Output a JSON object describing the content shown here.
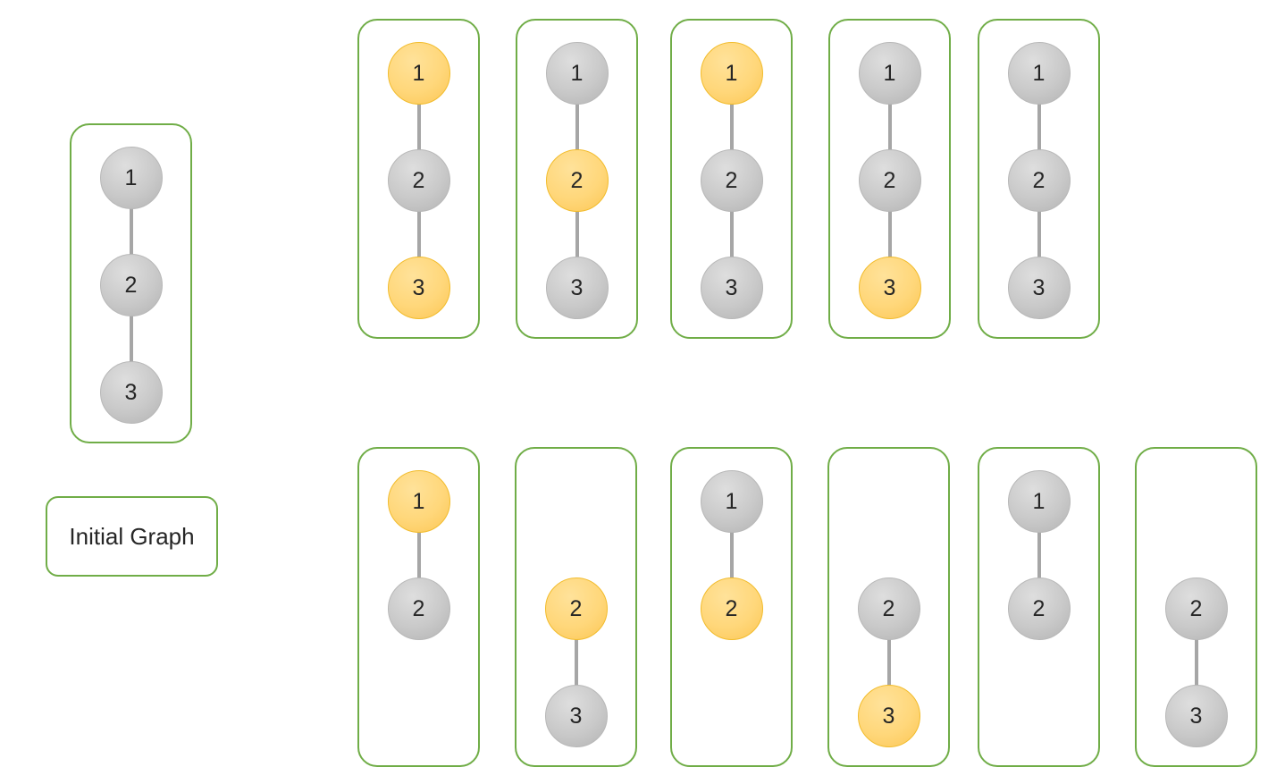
{
  "colors": {
    "panel_border": "#70ad47",
    "edge": "#a6a6a6",
    "node_default": "#c9c9c9",
    "node_highlight": "#ffd77a"
  },
  "initial_graph": {
    "label": "Initial Graph",
    "nodes": [
      {
        "id": "1",
        "highlight": false
      },
      {
        "id": "2",
        "highlight": false
      },
      {
        "id": "3",
        "highlight": false
      }
    ],
    "edges": [
      [
        "1",
        "2"
      ],
      [
        "2",
        "3"
      ]
    ]
  },
  "top_row": [
    {
      "nodes": [
        {
          "id": "1",
          "highlight": true
        },
        {
          "id": "2",
          "highlight": false
        },
        {
          "id": "3",
          "highlight": true
        }
      ],
      "edges": [
        [
          "1",
          "2"
        ],
        [
          "2",
          "3"
        ]
      ]
    },
    {
      "nodes": [
        {
          "id": "1",
          "highlight": false
        },
        {
          "id": "2",
          "highlight": true
        },
        {
          "id": "3",
          "highlight": false
        }
      ],
      "edges": [
        [
          "1",
          "2"
        ],
        [
          "2",
          "3"
        ]
      ]
    },
    {
      "nodes": [
        {
          "id": "1",
          "highlight": true
        },
        {
          "id": "2",
          "highlight": false
        },
        {
          "id": "3",
          "highlight": false
        }
      ],
      "edges": [
        [
          "1",
          "2"
        ],
        [
          "2",
          "3"
        ]
      ]
    },
    {
      "nodes": [
        {
          "id": "1",
          "highlight": false
        },
        {
          "id": "2",
          "highlight": false
        },
        {
          "id": "3",
          "highlight": true
        }
      ],
      "edges": [
        [
          "1",
          "2"
        ],
        [
          "2",
          "3"
        ]
      ]
    },
    {
      "nodes": [
        {
          "id": "1",
          "highlight": false
        },
        {
          "id": "2",
          "highlight": false
        },
        {
          "id": "3",
          "highlight": false
        }
      ],
      "edges": [
        [
          "1",
          "2"
        ],
        [
          "2",
          "3"
        ]
      ]
    }
  ],
  "bottom_row": [
    {
      "nodes": [
        {
          "id": "1",
          "highlight": true
        },
        {
          "id": "2",
          "highlight": false
        }
      ],
      "edges": [
        [
          "1",
          "2"
        ]
      ]
    },
    {
      "nodes": [
        {
          "id": "2",
          "highlight": true
        },
        {
          "id": "3",
          "highlight": false
        }
      ],
      "edges": [
        [
          "2",
          "3"
        ]
      ]
    },
    {
      "nodes": [
        {
          "id": "1",
          "highlight": false
        },
        {
          "id": "2",
          "highlight": true
        }
      ],
      "edges": [
        [
          "1",
          "2"
        ]
      ]
    },
    {
      "nodes": [
        {
          "id": "2",
          "highlight": false
        },
        {
          "id": "3",
          "highlight": true
        }
      ],
      "edges": [
        [
          "2",
          "3"
        ]
      ]
    },
    {
      "nodes": [
        {
          "id": "1",
          "highlight": false
        },
        {
          "id": "2",
          "highlight": false
        }
      ],
      "edges": [
        [
          "1",
          "2"
        ]
      ]
    },
    {
      "nodes": [
        {
          "id": "2",
          "highlight": false
        },
        {
          "id": "3",
          "highlight": false
        }
      ],
      "edges": [
        [
          "2",
          "3"
        ]
      ]
    }
  ]
}
